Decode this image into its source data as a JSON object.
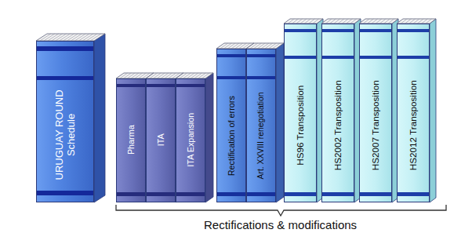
{
  "diagram": {
    "nodes": [
      {
        "text": [
          "URUGUAY ROUND Schedule"
        ]
      },
      {
        "text": [
          "Pharma"
        ]
      },
      {
        "text": [
          "ITA"
        ]
      },
      {
        "text": [
          "ITA Expansion"
        ]
      },
      {
        "text": [
          "Rectification of errors"
        ]
      },
      {
        "text": [
          "Art. XXVIII renegotiation"
        ]
      },
      {
        "text": [
          "HS96 Transposition"
        ]
      },
      {
        "text": [
          "HS2002 Transposition"
        ]
      },
      {
        "text": [
          "HS2007 Transposition"
        ]
      },
      {
        "text": [
          "HS2012 Transposition"
        ]
      }
    ],
    "labels": [
      "Rectifications & modifications"
    ]
  }
}
